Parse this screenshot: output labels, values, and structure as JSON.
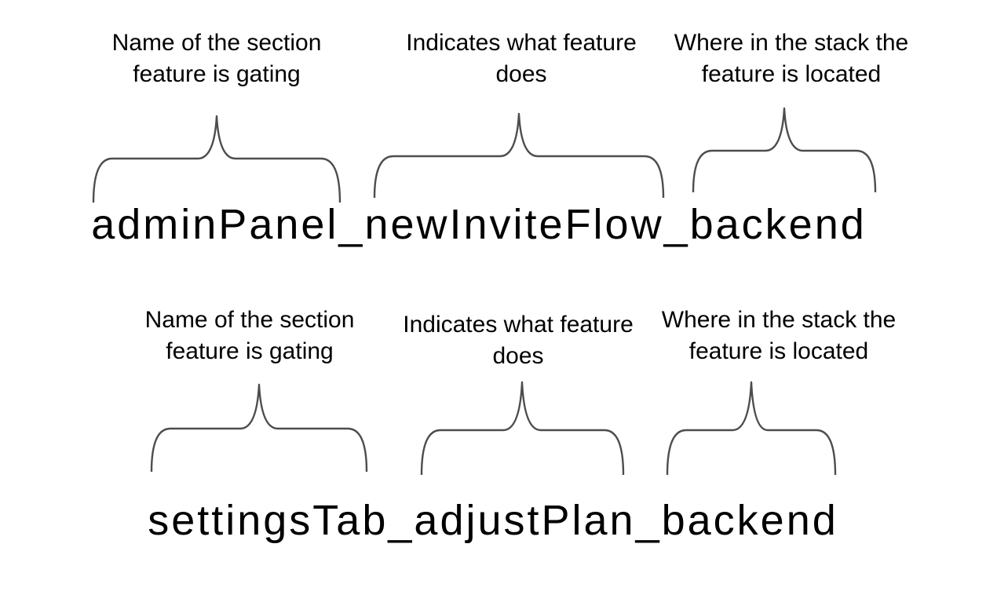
{
  "colors": {
    "background": "#ffffff",
    "text": "#000000",
    "brace": "#4d4d4d"
  },
  "groups": [
    {
      "flag_name": "adminPanel_newInviteFlow_backend",
      "labels": [
        {
          "line1": "Name of the section",
          "line2": "feature is gating"
        },
        {
          "line1": "Indicates what feature",
          "line2": "does"
        },
        {
          "line1": "Where in the stack the",
          "line2": "feature is located"
        }
      ]
    },
    {
      "flag_name": "settingsTab_adjustPlan_backend",
      "labels": [
        {
          "line1": "Name of the section",
          "line2": "feature is gating"
        },
        {
          "line1": "Indicates what feature",
          "line2": "does"
        },
        {
          "line1": "Where in the stack the",
          "line2": "feature is located"
        }
      ]
    }
  ]
}
